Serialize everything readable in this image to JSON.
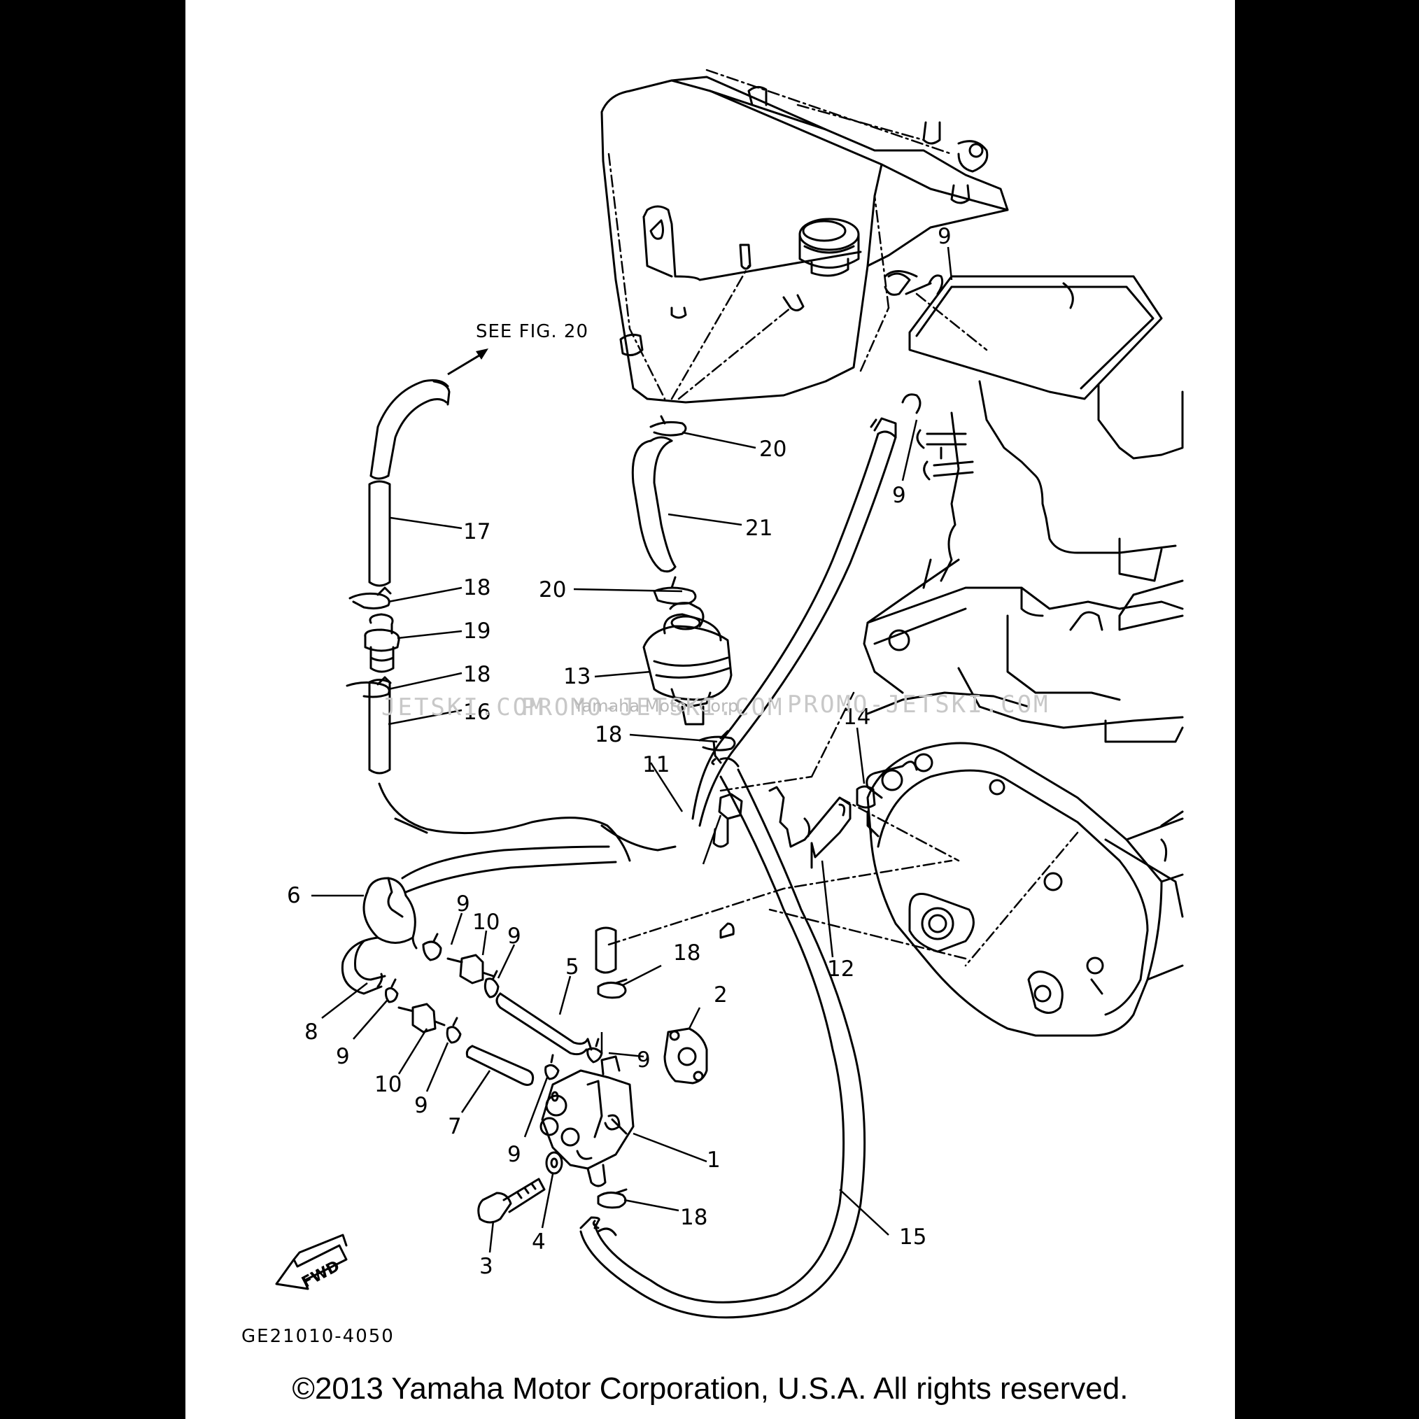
{
  "note": "SEE FIG. 20",
  "drawing_code": "GE21010-4050",
  "fwd_label": "FWD",
  "watermark_left": "JETSKI.COM",
  "watermark_mid": "PROMO-JETSKI.COM",
  "watermark_center": "Yamaha Motor Corp.",
  "watermark_right": "PROMO-JETSKI.COM",
  "copyright": "©2013 Yamaha Motor Corporation, U.S.A. All rights reserved.",
  "callouts": [
    {
      "id": "c9a",
      "text": "9"
    },
    {
      "id": "c20a",
      "text": "20"
    },
    {
      "id": "c9b",
      "text": "9"
    },
    {
      "id": "c17",
      "text": "17"
    },
    {
      "id": "c21",
      "text": "21"
    },
    {
      "id": "c18a",
      "text": "18"
    },
    {
      "id": "c20b",
      "text": "20"
    },
    {
      "id": "c19",
      "text": "19"
    },
    {
      "id": "c13",
      "text": "13"
    },
    {
      "id": "c18b",
      "text": "18"
    },
    {
      "id": "c16",
      "text": "16"
    },
    {
      "id": "c18c",
      "text": "18"
    },
    {
      "id": "c14",
      "text": "14"
    },
    {
      "id": "c11",
      "text": "11"
    },
    {
      "id": "c6",
      "text": "6"
    },
    {
      "id": "c9c",
      "text": "9"
    },
    {
      "id": "c10a",
      "text": "10"
    },
    {
      "id": "c9d",
      "text": "9"
    },
    {
      "id": "c18d",
      "text": "18"
    },
    {
      "id": "c5",
      "text": "5"
    },
    {
      "id": "c12",
      "text": "12"
    },
    {
      "id": "c2",
      "text": "2"
    },
    {
      "id": "c8",
      "text": "8"
    },
    {
      "id": "c9e",
      "text": "9"
    },
    {
      "id": "c9f",
      "text": "9"
    },
    {
      "id": "c10b",
      "text": "10"
    },
    {
      "id": "c9g",
      "text": "9"
    },
    {
      "id": "c7",
      "text": "7"
    },
    {
      "id": "c9h",
      "text": "9"
    },
    {
      "id": "c1",
      "text": "1"
    },
    {
      "id": "c18e",
      "text": "18"
    },
    {
      "id": "c15",
      "text": "15"
    },
    {
      "id": "c4",
      "text": "4"
    },
    {
      "id": "c3",
      "text": "3"
    }
  ]
}
